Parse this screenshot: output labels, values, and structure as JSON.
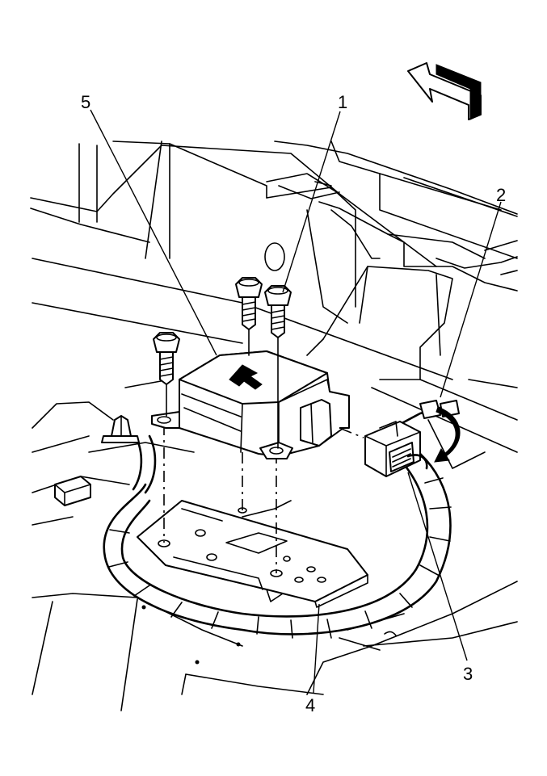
{
  "callouts": [
    {
      "id": "label-1",
      "text": "1"
    },
    {
      "id": "label-2",
      "text": "2"
    },
    {
      "id": "label-3",
      "text": "3"
    },
    {
      "id": "label-4",
      "text": "4"
    },
    {
      "id": "label-5",
      "text": "5"
    }
  ],
  "colors": {
    "line": "#000000",
    "background": "#ffffff",
    "fill_dark": "#000000"
  },
  "icons": [
    "direction-arrow-icon",
    "rotation-arrow-icon",
    "module-arrow-icon"
  ]
}
